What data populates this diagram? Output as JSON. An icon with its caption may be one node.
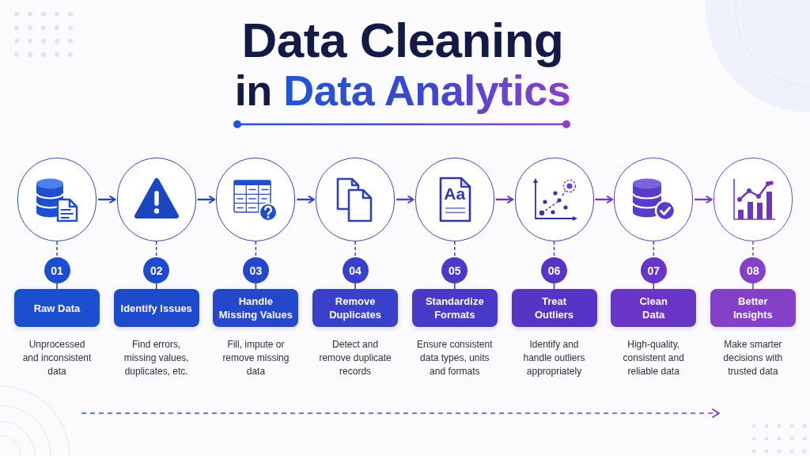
{
  "diagram": {
    "title": "Data Cleaning in Data Analytics",
    "nodes": [
      {
        "text": [],
        "shape": "circle"
      },
      {
        "text": [
          "01"
        ]
      },
      {
        "text": [
          "Raw Data"
        ],
        "beside": [
          "Unprocessed and inconsistent data"
        ]
      },
      {
        "text": [],
        "shape": "circle"
      },
      {
        "text": [
          "02"
        ]
      },
      {
        "text": [
          "Identify Issues"
        ],
        "beside": [
          "Find errors, missing values, duplicates, etc."
        ]
      },
      {
        "text": [],
        "shape": "circle"
      },
      {
        "text": [
          "03"
        ]
      },
      {
        "text": [
          "Handle Missing Values"
        ],
        "beside": [
          "Fill, impute or remove missing data"
        ]
      },
      {
        "text": [],
        "shape": "circle"
      },
      {
        "text": [
          "04"
        ]
      },
      {
        "text": [
          "Remove Duplicates"
        ],
        "beside": [
          "Detect and remove duplicate records"
        ]
      },
      {
        "text": [],
        "shape": "circle"
      },
      {
        "text": [
          "05"
        ]
      },
      {
        "text": [
          "Standardize Formats"
        ],
        "beside": [
          "Ensure consistent data types, units and formats"
        ]
      },
      {
        "text": [],
        "shape": "circle"
      },
      {
        "text": [
          "06"
        ]
      },
      {
        "text": [
          "Treat Outliers"
        ],
        "beside": [
          "Identify and handle outliers appropriately"
        ]
      },
      {
        "text": [],
        "shape": "circle"
      },
      {
        "text": [
          "07"
        ]
      },
      {
        "text": [
          "Clean Data"
        ],
        "beside": [
          "High-quality, consistent and reliable data"
        ]
      },
      {
        "text": [],
        "shape": "circle"
      },
      {
        "text": [
          "08"
        ]
      },
      {
        "text": [
          "Better Insights"
        ],
        "beside": [
          "Make smarter decisions with trusted data"
        ]
      }
    ],
    "edges": [
      {
        "from": 0,
        "to": 3,
        "arrow": "to",
        "color": "#2444b6"
      },
      {
        "from": 3,
        "to": 6,
        "arrow": "to",
        "color": "#2745b8"
      },
      {
        "from": 6,
        "to": 9,
        "arrow": "to",
        "color": "#2b45bb"
      },
      {
        "from": 9,
        "to": 12,
        "arrow": "to",
        "color": "#5a3ec0"
      },
      {
        "from": 12,
        "to": 15,
        "arrow": "to",
        "color": "#6339c2"
      },
      {
        "from": 15,
        "to": 18,
        "arrow": "to",
        "color": "#6a3bc4"
      },
      {
        "from": 18,
        "to": 21,
        "arrow": "to",
        "color": "#703dc6"
      },
      {
        "from": 0,
        "to": 1,
        "arrow": "none",
        "style": "dashed",
        "color": "#2d50ad"
      },
      {
        "from": 1,
        "to": 2,
        "arrow": "none",
        "color": "#2d50ad"
      },
      {
        "from": 3,
        "to": 4,
        "arrow": "none",
        "style": "dashed",
        "color": "#2d4db0"
      },
      {
        "from": 4,
        "to": 5,
        "arrow": "none",
        "color": "#2d4db0"
      },
      {
        "from": 6,
        "to": 7,
        "arrow": "none",
        "style": "dashed",
        "color": "#3049b2"
      },
      {
        "from": 7,
        "to": 8,
        "arrow": "none",
        "color": "#3049b2"
      },
      {
        "from": 9,
        "to": 10,
        "arrow": "none",
        "style": "dashed",
        "color": "#4044b6"
      },
      {
        "from": 10,
        "to": 11,
        "arrow": "none",
        "color": "#4044b6"
      },
      {
        "from": 12,
        "to": 13,
        "arrow": "none",
        "style": "dashed",
        "color": "#4a3dba"
      },
      {
        "from": 13,
        "to": 14,
        "arrow": "none",
        "color": "#4a3dba"
      },
      {
        "from": 15,
        "to": 16,
        "arrow": "none",
        "style": "dashed",
        "color": "#5a38bd"
      },
      {
        "from": 16,
        "to": 17,
        "arrow": "none",
        "color": "#5a38bd"
      },
      {
        "from": 18,
        "to": 19,
        "arrow": "none",
        "style": "dashed",
        "color": "#6a3bc2"
      },
      {
        "from": 19,
        "to": 20,
        "arrow": "none",
        "color": "#6a3bc2"
      },
      {
        "from": 21,
        "to": 22,
        "arrow": "none",
        "style": "dashed",
        "color": "#7e44c3"
      },
      {
        "from": 22,
        "to": 23,
        "arrow": "none",
        "color": "#7e44c3"
      }
    ],
    "labels": [
      "Aa"
    ]
  }
}
